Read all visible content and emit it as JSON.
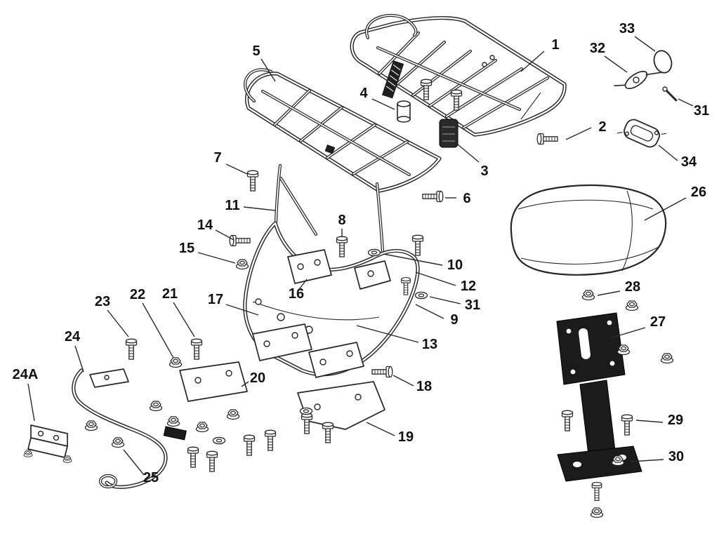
{
  "figure": {
    "type": "exploded-parts-diagram",
    "background": "#ffffff",
    "line_color": "#262626",
    "label_color": "#101010",
    "callouts": {
      "p1": "1",
      "p2": "2",
      "p3": "3",
      "p4": "4",
      "p5": "5",
      "p6": "6",
      "p7": "7",
      "p8": "8",
      "p9": "9",
      "p10": "10",
      "p11": "11",
      "p12": "12",
      "p13": "13",
      "p14": "14",
      "p15": "15",
      "p16": "16",
      "p17": "17",
      "p18": "18",
      "p19": "19",
      "p20": "20",
      "p21": "21",
      "p22": "22",
      "p23": "23",
      "p24": "24",
      "p24A": "24A",
      "p25": "25",
      "p26": "26",
      "p27": "27",
      "p28": "28",
      "p29": "29",
      "p30": "30",
      "p31": "31",
      "p32": "32",
      "p33": "33",
      "p34": "34"
    }
  }
}
